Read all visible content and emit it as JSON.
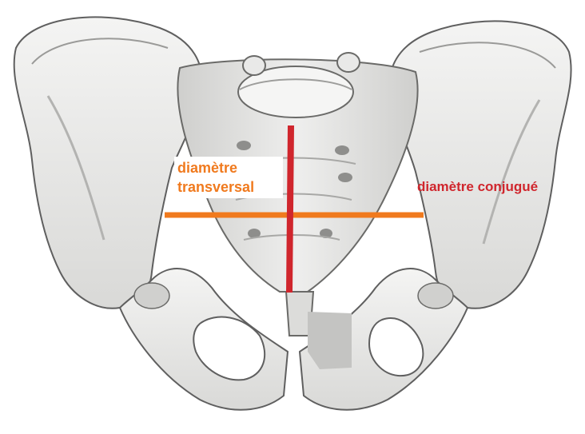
{
  "labels": {
    "transversal_line1": "diamètre",
    "transversal_line2": "transversal",
    "conjugue": "diamètre conjugué"
  },
  "colors": {
    "transversal": "#f07a1e",
    "conjugue": "#d0262d",
    "bone_fill": "#ececeb",
    "bone_shade": "#c9c9c7",
    "bone_outline": "#5f5f5f"
  }
}
